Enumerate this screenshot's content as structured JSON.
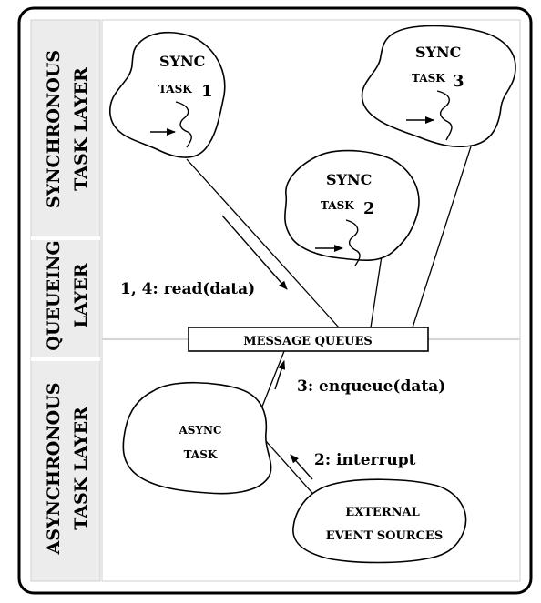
{
  "layers": {
    "synchronous": [
      "SYNCHRONOUS",
      "TASK  LAYER"
    ],
    "queueing": [
      "QUEUEING",
      "LAYER"
    ],
    "asynchronous": [
      "ASYNCHRONOUS",
      "TASK LAYER"
    ]
  },
  "sync_tasks": [
    {
      "line1": "SYNC",
      "line2": "TASK",
      "num": "1"
    },
    {
      "line1": "SYNC",
      "line2": "TASK",
      "num": "2"
    },
    {
      "line1": "SYNC",
      "line2": "TASK",
      "num": "3"
    }
  ],
  "message_queues": "MESSAGE QUEUES",
  "async_task": {
    "line1": "ASYNC",
    "line2": "TASK"
  },
  "external": {
    "line1": "EXTERNAL",
    "line2": "EVENT SOURCES"
  },
  "arrows": {
    "read": "1, 4: read(data)",
    "enqueue": "3: enqueue(data)",
    "interrupt": "2: interrupt"
  }
}
